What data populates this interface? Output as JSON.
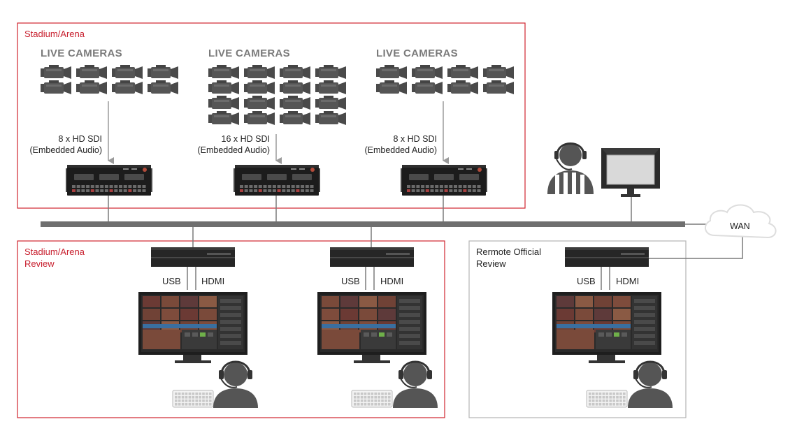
{
  "zones": {
    "stadium": {
      "title": "Stadium/Arena"
    },
    "review": {
      "title_line1": "Stadium/Arena",
      "title_line2": "Review"
    },
    "remote": {
      "title_line1": "Rermote Official",
      "title_line2": "Review"
    }
  },
  "camera_groups": [
    {
      "heading": "LIVE CAMERAS",
      "camera_count": 8,
      "feed_line1": "8 x HD SDI",
      "feed_line2": "(Embedded Audio)"
    },
    {
      "heading": "LIVE CAMERAS",
      "camera_count": 16,
      "feed_line1": "16 x HD SDI",
      "feed_line2": "(Embedded Audio)"
    },
    {
      "heading": "LIVE CAMERAS",
      "camera_count": 8,
      "feed_line1": "8 x HD SDI",
      "feed_line2": "(Embedded Audio)"
    }
  ],
  "review_stations": [
    {
      "port_left": "USB",
      "port_right": "HDMI"
    },
    {
      "port_left": "USB",
      "port_right": "HDMI"
    },
    {
      "port_left": "USB",
      "port_right": "HDMI"
    }
  ],
  "network": {
    "wan_label": "WAN"
  },
  "icons": {
    "camera": "video-camera-icon",
    "server": "rack-server-icon",
    "workstation": "workstation-icon",
    "monitor": "monitor-icon",
    "keyboard": "keyboard-icon",
    "operator": "headset-operator-icon",
    "referee": "referee-headset-icon",
    "cloud": "cloud-icon"
  },
  "colors": {
    "zone_border_red": "#d0262f",
    "zone_border_gray": "#b5b5b5",
    "device_dark": "#2b2b2b",
    "person_gray": "#555555",
    "bus_gray": "#6f6f6f"
  }
}
